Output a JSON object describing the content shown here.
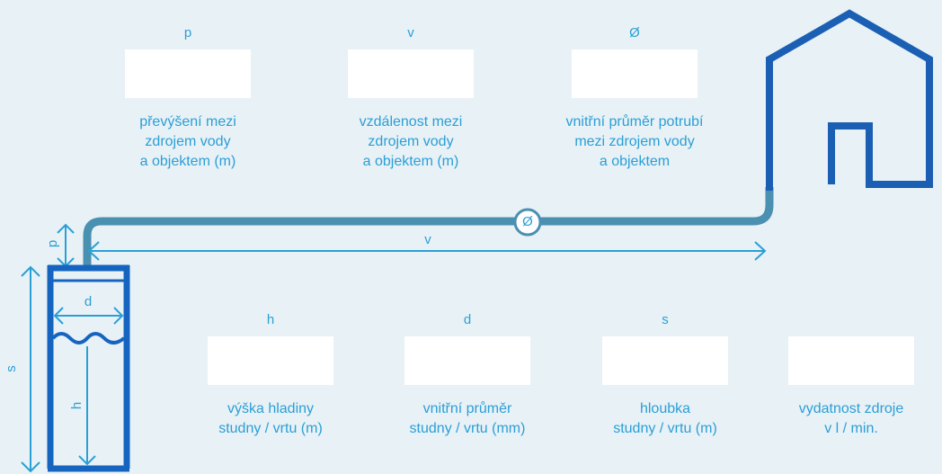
{
  "top_fields": [
    {
      "key": "p",
      "value": "",
      "description": "převýšení mezi\nzdrojem vody\na objektem (m)"
    },
    {
      "key": "v",
      "value": "",
      "description": "vzdálenost mezi\nzdrojem vody\na objektem (m)"
    },
    {
      "key": "Ø",
      "value": "",
      "description": "vnitřní průměr potrubí\nmezi zdrojem vody\na objektem"
    }
  ],
  "bottom_fields": [
    {
      "key": "h",
      "value": "",
      "description": "výška hladiny\nstudny / vrtu (m)"
    },
    {
      "key": "d",
      "value": "",
      "description": "vnitřní průměr\nstudny / vrtu (mm)"
    },
    {
      "key": "s",
      "value": "",
      "description": "hloubka\nstudny / vrtu (m)"
    },
    {
      "key": "",
      "value": "",
      "description": "vydatnost zdroje\nv l / min."
    }
  ],
  "diagram_labels": {
    "pipe_diameter": "Ø",
    "distance": "v",
    "height_difference": "p",
    "well_depth": "s",
    "well_diameter": "d",
    "water_level": "h"
  },
  "colors": {
    "background": "#e8f1f6",
    "label": "#2a9fd6",
    "pipe": "#4a90b0",
    "house": "#1a5fb4",
    "well": "#1565c0"
  }
}
